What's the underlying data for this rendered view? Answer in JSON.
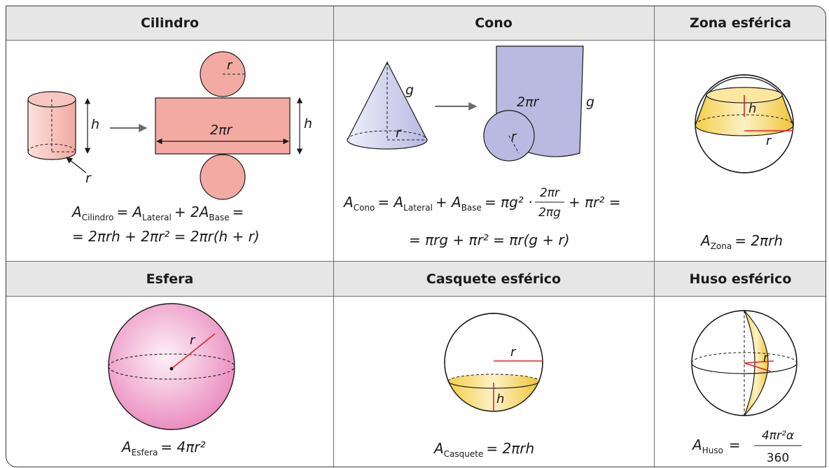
{
  "headers": {
    "cilindro": "Cilindro",
    "cono": "Cono",
    "zona": "Zona esférica",
    "esfera": "Esfera",
    "casquete": "Casquete esférico",
    "huso": "Huso esférico"
  },
  "labels": {
    "h": "h",
    "r": "r",
    "g": "g",
    "two_pi_r": "2πr"
  },
  "formulas": {
    "cilindro_A": "A",
    "cilindro_sub": "Cilindro",
    "cilindro_eq1": "= A",
    "cilindro_lateral_sub": "Lateral",
    "cilindro_plus": "+ 2A",
    "cilindro_base_sub": "Base",
    "cilindro_end": "=",
    "cilindro_line2": "= 2πrh + 2πr² = 2πr(h + r)",
    "cono_A": "A",
    "cono_sub": "Cono",
    "cono_eq1": "= A",
    "cono_lateral_sub": "Lateral",
    "cono_plus": "+ A",
    "cono_base_sub": "Base",
    "cono_eq2": "= πg² ·",
    "cono_frac_num": "2πr",
    "cono_frac_den": "2πg",
    "cono_end": "+ πr² =",
    "cono_line2": "= πrg + πr² = πr(g + r)",
    "zona_A": "A",
    "zona_sub": "Zona",
    "zona_eq": "= 2πrh",
    "esfera_A": "A",
    "esfera_sub": "Esfera",
    "esfera_eq": "= 4πr²",
    "casquete_A": "A",
    "casquete_sub": "Casquete",
    "casquete_eq": "= 2πrh",
    "huso_A": "A",
    "huso_sub": "Huso",
    "huso_eq": "=",
    "huso_frac_num": "4πr²α",
    "huso_frac_den": "360"
  },
  "colors": {
    "cylinder_fill": "#f3b5ae",
    "cylinder_net_fill": "#f2aaa2",
    "cone_fill": "#c8c8ea",
    "cone_net_fill": "#b9b9e2",
    "sphere_pink": "#ef9fcb",
    "yellow_band": "#f4d35a",
    "red_line": "#e0242a",
    "header_bg": "#e6e6e6"
  }
}
